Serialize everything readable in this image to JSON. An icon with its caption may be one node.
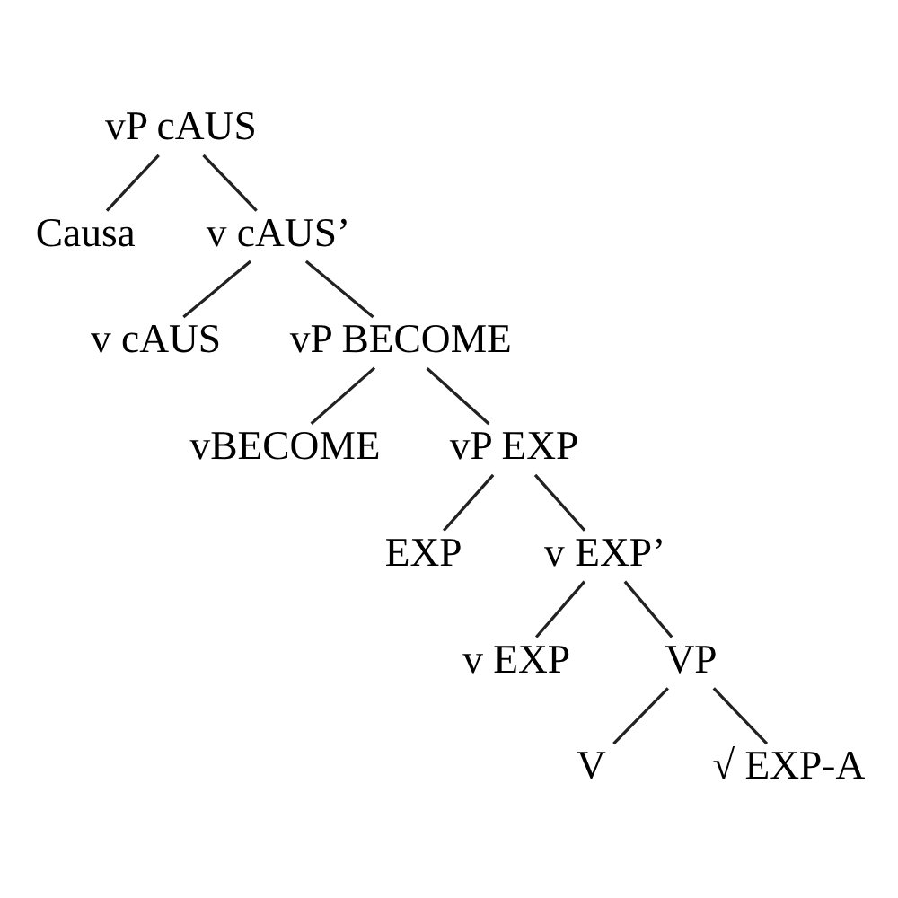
{
  "diagram": {
    "nodes": [
      {
        "text": [
          "vP cAUS"
        ]
      },
      {
        "text": [
          "Causa"
        ]
      },
      {
        "text": [
          "v cAUS’"
        ]
      },
      {
        "text": [
          "v cAUS"
        ]
      },
      {
        "text": [
          "vP BECOME"
        ]
      },
      {
        "text": [
          "vBECOME"
        ]
      },
      {
        "text": [
          "vP EXP"
        ]
      },
      {
        "text": [
          "EXP"
        ]
      },
      {
        "text": [
          "v EXP’"
        ]
      },
      {
        "text": [
          "v EXP"
        ]
      },
      {
        "text": [
          "VP"
        ]
      },
      {
        "text": [
          "V"
        ]
      },
      {
        "text": [
          "√ EXP-A"
        ]
      }
    ],
    "edges": [
      {
        "from": 0,
        "to": 1,
        "arrow": "none"
      },
      {
        "from": 0,
        "to": 2,
        "arrow": "none"
      },
      {
        "from": 2,
        "to": 3,
        "arrow": "none"
      },
      {
        "from": 2,
        "to": 4,
        "arrow": "none"
      },
      {
        "from": 4,
        "to": 5,
        "arrow": "none"
      },
      {
        "from": 4,
        "to": 6,
        "arrow": "none"
      },
      {
        "from": 6,
        "to": 7,
        "arrow": "none"
      },
      {
        "from": 6,
        "to": 8,
        "arrow": "none"
      },
      {
        "from": 8,
        "to": 9,
        "arrow": "none"
      },
      {
        "from": 8,
        "to": 10,
        "arrow": "none"
      },
      {
        "from": 10,
        "to": 11,
        "arrow": "none"
      },
      {
        "from": 10,
        "to": 12,
        "arrow": "none"
      }
    ]
  }
}
